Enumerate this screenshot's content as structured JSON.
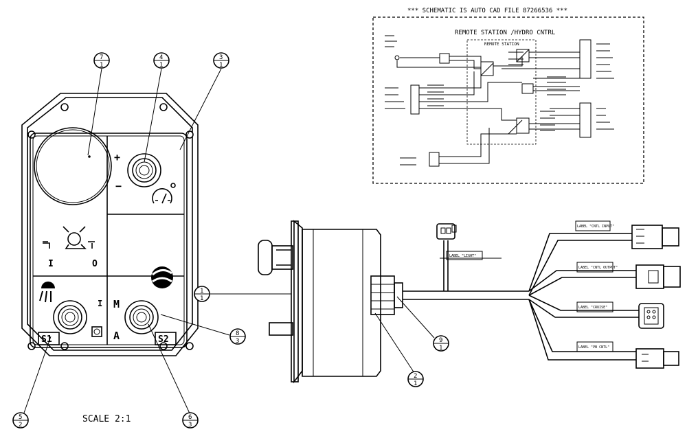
{
  "schematic": {
    "header": "*** SCHEMATIC IS AUTO CAD FILE 87266536 ***",
    "title": "REMOTE STATION /HYDRO CNTRL",
    "subtitle": "REMOTE STATION"
  },
  "panel": {
    "switch_labels": {
      "i": "I",
      "o": "O",
      "i2": "I",
      "m": "M",
      "a": "A"
    },
    "plates": {
      "s1": "S1",
      "s2": "S2"
    }
  },
  "harness_labels": [
    "LABEL \"CNTL INPUT\"",
    "LABEL \"CNTL OUTPUT\"",
    "LABEL \"CRUISE\"",
    "LABEL \"PB CNTL\"",
    "LABEL \"LIGHT\""
  ],
  "callouts": {
    "c7": {
      "top": "7",
      "bot": "1"
    },
    "c4": {
      "top": "4",
      "bot": "1"
    },
    "c3": {
      "top": "3",
      "bot": "1"
    },
    "c1": {
      "top": "1",
      "bot": "1"
    },
    "c8": {
      "top": "8",
      "bot": "3"
    },
    "c9": {
      "top": "9",
      "bot": "1"
    },
    "c2": {
      "top": "2",
      "bot": "1"
    },
    "c5": {
      "top": "5",
      "bot": "2"
    },
    "c6": {
      "top": "6",
      "bot": "3"
    }
  },
  "scale_text": "SCALE  2:1"
}
